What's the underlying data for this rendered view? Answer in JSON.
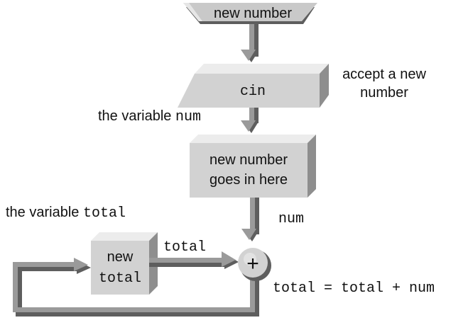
{
  "input_label": "new number",
  "cin_label": "cin",
  "cin_note_line1": "accept a new",
  "cin_note_line2": "number",
  "num_variable_prefix": "the variable ",
  "num_variable_name": "num",
  "num_box_line1": "new number",
  "num_box_line2": "goes in here",
  "num_flow_label": "num",
  "total_variable_prefix": "the variable ",
  "total_variable_name": "total",
  "total_box_line1": "new",
  "total_box_line2": "total",
  "total_flow_label": "total",
  "adder_symbol": "+",
  "equation": "total = total + num",
  "colors": {
    "box_face": "#d2d2d2",
    "box_side": "#8e8e8e",
    "box_top": "#ececec",
    "arrow": "#9a9a9a",
    "arrow_shadow": "#5e5e5e"
  }
}
